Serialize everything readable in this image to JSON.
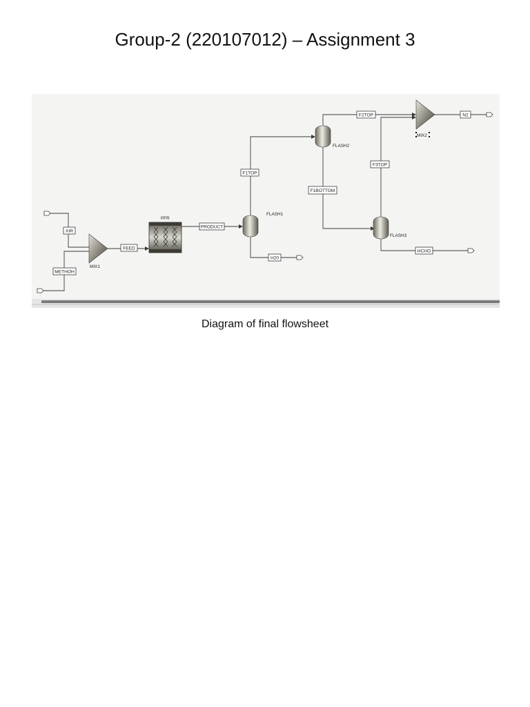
{
  "document": {
    "title": "Group-2 (220107012) – Assignment 3",
    "caption": "Diagram of final flowsheet"
  },
  "flowsheet": {
    "units": {
      "mix1": "MIX1",
      "pfr": "PFR",
      "flash1": "FLASH1",
      "flash2": "FLASH2",
      "flash3": "FLASH3",
      "mix2": "MIX2"
    },
    "streams": {
      "air": "AIR",
      "methoh": "METHOH",
      "feed": "FEED",
      "product": "PRODUCT",
      "f1top": "F1TOP",
      "h2o": "H20",
      "f2top": "F2TOP",
      "f1bottom": "F1BOTTOM",
      "f3top": "F3TOP",
      "hcho": "HCHO",
      "n2": "N2"
    }
  }
}
